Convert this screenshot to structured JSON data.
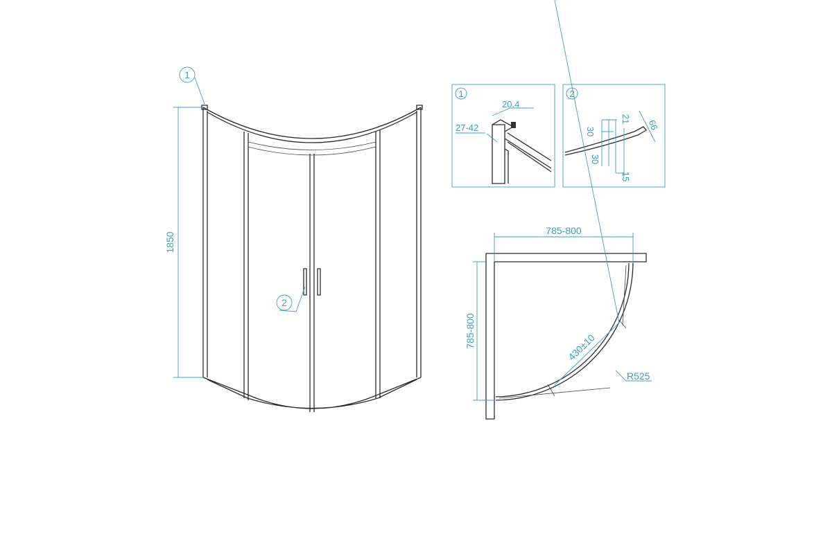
{
  "colors": {
    "accent": "#3a9fbf",
    "frame": "#2a2a2a",
    "box": "#6bb8c8"
  },
  "front_view": {
    "height_label": "1850",
    "callout_1": "1",
    "callout_2": "2"
  },
  "detail_1": {
    "number": "1",
    "width_label": "20.4",
    "depth_label": "27-42"
  },
  "detail_2": {
    "number": "2",
    "dims": [
      "21",
      "30",
      "30",
      "66",
      "15"
    ]
  },
  "top_view": {
    "width_label": "785-800",
    "depth_label": "785-800",
    "door_label": "430±10",
    "radius_label": "R525"
  }
}
